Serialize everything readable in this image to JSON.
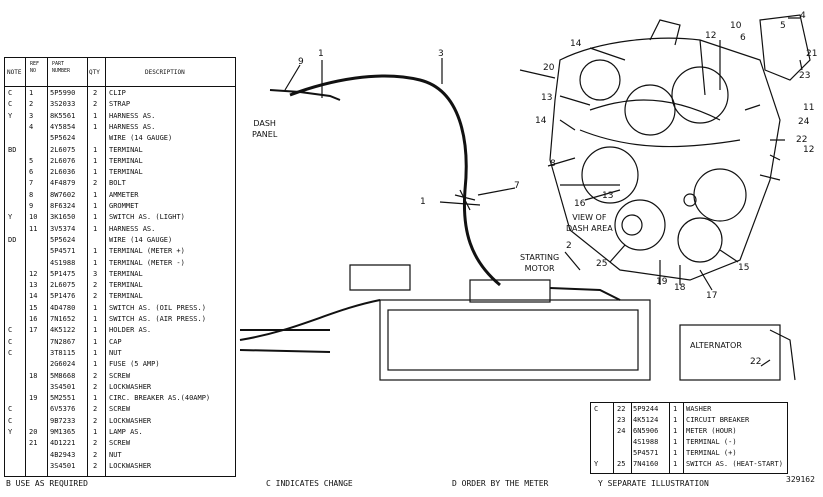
{
  "parts_table": {
    "headers": {
      "note": "NOTE",
      "ref_no": "REF\nNO",
      "part_number": "PART\nNUMBER",
      "qty": "QTY",
      "description": "DESCRIPTION"
    },
    "rows": [
      {
        "note": "C",
        "ref": "1",
        "part": "5P5990",
        "qty": "2",
        "desc": "CLIP"
      },
      {
        "note": "C",
        "ref": "2",
        "part": "3S2033",
        "qty": "2",
        "desc": "STRAP"
      },
      {
        "note": "Y",
        "ref": "3",
        "part": "8K5561",
        "qty": "1",
        "desc": "HARNESS AS."
      },
      {
        "note": "",
        "ref": "4",
        "part": "4Y5854",
        "qty": "1",
        "desc": "HARNESS AS."
      },
      {
        "note": "",
        "ref": "",
        "part": "5P5624",
        "qty": "",
        "desc": "WIRE (14 GAUGE)"
      },
      {
        "note": "BD",
        "ref": "",
        "part": "2L6075",
        "qty": "1",
        "desc": "TERMINAL"
      },
      {
        "note": "",
        "ref": "5",
        "part": "2L6076",
        "qty": "1",
        "desc": "TERMINAL"
      },
      {
        "note": "",
        "ref": "6",
        "part": "2L6036",
        "qty": "1",
        "desc": "TERMINAL"
      },
      {
        "note": "",
        "ref": "7",
        "part": "4F4879",
        "qty": "2",
        "desc": "BOLT"
      },
      {
        "note": "",
        "ref": "8",
        "part": "8W7602",
        "qty": "1",
        "desc": "AMMETER"
      },
      {
        "note": "",
        "ref": "9",
        "part": "8F6324",
        "qty": "1",
        "desc": "GROMMET"
      },
      {
        "note": "Y",
        "ref": "10",
        "part": "3K1650",
        "qty": "1",
        "desc": "SWITCH AS. (LIGHT)"
      },
      {
        "note": "",
        "ref": "11",
        "part": "3V5374",
        "qty": "1",
        "desc": "HARNESS AS."
      },
      {
        "note": "DD",
        "ref": "",
        "part": "5P5624",
        "qty": "",
        "desc": "WIRE (14 GAUGE)"
      },
      {
        "note": "",
        "ref": "",
        "part": "5P4571",
        "qty": "1",
        "desc": "TERMINAL (METER +)"
      },
      {
        "note": "",
        "ref": "",
        "part": "4S1988",
        "qty": "1",
        "desc": "TERMINAL (METER -)"
      },
      {
        "note": "",
        "ref": "12",
        "part": "5P1475",
        "qty": "3",
        "desc": "TERMINAL"
      },
      {
        "note": "",
        "ref": "13",
        "part": "2L6075",
        "qty": "2",
        "desc": "TERMINAL"
      },
      {
        "note": "",
        "ref": "14",
        "part": "5P1476",
        "qty": "2",
        "desc": "TERMINAL"
      },
      {
        "note": "",
        "ref": "15",
        "part": "4D4780",
        "qty": "1",
        "desc": "SWITCH AS. (OIL PRESS.)"
      },
      {
        "note": "",
        "ref": "16",
        "part": "7N1652",
        "qty": "1",
        "desc": "SWITCH AS. (AIR PRESS.)"
      },
      {
        "note": "C",
        "ref": "17",
        "part": "4K5122",
        "qty": "1",
        "desc": "HOLDER AS."
      },
      {
        "note": "C",
        "ref": "",
        "part": "7N2867",
        "qty": "1",
        "desc": "CAP"
      },
      {
        "note": "C",
        "ref": "",
        "part": "3T8115",
        "qty": "1",
        "desc": "NUT"
      },
      {
        "note": "",
        "ref": "",
        "part": "2G6024",
        "qty": "1",
        "desc": "FUSE (5 AMP)"
      },
      {
        "note": "",
        "ref": "18",
        "part": "5M8668",
        "qty": "2",
        "desc": "SCREW"
      },
      {
        "note": "",
        "ref": "",
        "part": "3S4501",
        "qty": "2",
        "desc": "LOCKWASHER"
      },
      {
        "note": "",
        "ref": "19",
        "part": "5M2551",
        "qty": "1",
        "desc": "CIRC. BREAKER AS.(40AMP)"
      },
      {
        "note": "C",
        "ref": "",
        "part": "6V5376",
        "qty": "2",
        "desc": "SCREW"
      },
      {
        "note": "C",
        "ref": "",
        "part": "9B7233",
        "qty": "2",
        "desc": "LOCKWASHER"
      },
      {
        "note": "Y",
        "ref": "20",
        "part": "9M1365",
        "qty": "1",
        "desc": "LAMP AS."
      },
      {
        "note": "",
        "ref": "21",
        "part": "4D1221",
        "qty": "2",
        "desc": "SCREW"
      },
      {
        "note": "",
        "ref": "",
        "part": "4B2943",
        "qty": "2",
        "desc": "NUT"
      },
      {
        "note": "",
        "ref": "",
        "part": "3S4501",
        "qty": "2",
        "desc": "LOCKWASHER"
      }
    ]
  },
  "parts_table_2": {
    "rows": [
      {
        "note": "C",
        "ref": "22",
        "part": "5P9244",
        "qty": "1",
        "desc": "WASHER"
      },
      {
        "note": "",
        "ref": "23",
        "part": "4K5124",
        "qty": "1",
        "desc": "CIRCUIT BREAKER"
      },
      {
        "note": "",
        "ref": "24",
        "part": "6N5906",
        "qty": "1",
        "desc": "METER (HOUR)"
      },
      {
        "note": "",
        "ref": "",
        "part": "4S1988",
        "qty": "1",
        "desc": "TERMINAL (-)"
      },
      {
        "note": "",
        "ref": "",
        "part": "5P4571",
        "qty": "1",
        "desc": "TERMINAL (+)"
      },
      {
        "note": "Y",
        "ref": "25",
        "part": "7N4160",
        "qty": "1",
        "desc": "SWITCH AS. (HEAT-START)"
      }
    ]
  },
  "footer": {
    "b": "B  USE AS REQUIRED",
    "c": "C  INDICATES CHANGE",
    "d": "D  ORDER BY THE METER",
    "y": "Y  SEPARATE ILLUSTRATION",
    "figure_no": "329162"
  },
  "labels": {
    "dash_panel": "DASH\nPANEL",
    "view_dash": "VIEW OF\nDASH AREA",
    "starting_motor": "STARTING\nMOTOR",
    "alternator": "ALTERNATOR"
  },
  "callouts": [
    "1",
    "1",
    "2",
    "3",
    "4",
    "5",
    "6",
    "7",
    "8",
    "9",
    "10",
    "11",
    "12",
    "12",
    "13",
    "13",
    "14",
    "14",
    "15",
    "16",
    "17",
    "18",
    "19",
    "20",
    "21",
    "22",
    "22",
    "23",
    "24",
    "25"
  ],
  "colors": {
    "ink": "#111111",
    "paper": "#ffffff"
  }
}
